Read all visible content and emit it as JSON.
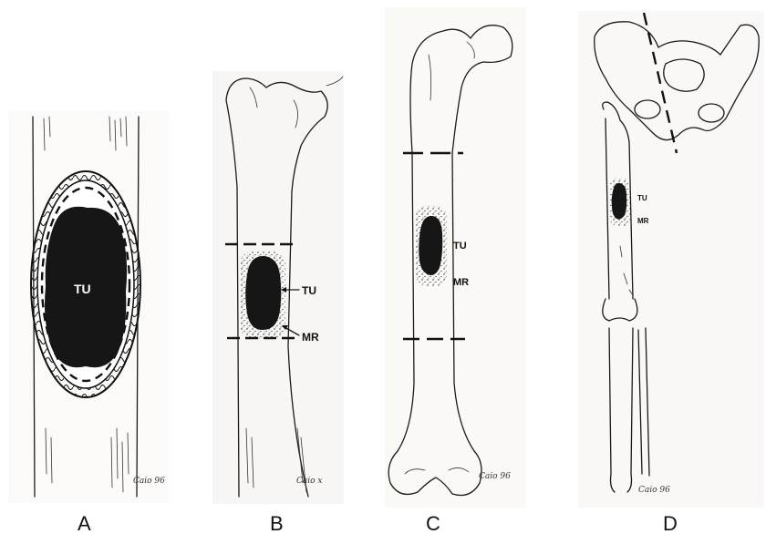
{
  "panels": [
    {
      "id": "A",
      "letter": "A",
      "tumor_label": "TU",
      "signature": "Caio 96"
    },
    {
      "id": "B",
      "letter": "B",
      "tumor_label": "TU",
      "margin_label": "MR",
      "signature": "Caio x"
    },
    {
      "id": "C",
      "letter": "C",
      "tumor_label": "TU",
      "margin_label": "MR",
      "signature": "Caio 96"
    },
    {
      "id": "D",
      "letter": "D",
      "tumor_label": "TU",
      "margin_label": "MR",
      "signature": "Caio 96"
    }
  ],
  "colors": {
    "ink": "#161616",
    "paper_a": "#fbfaf8",
    "paper_b": "#f7f6f4",
    "paper_c": "#faf9f6",
    "paper_d": "#f9f8f6"
  }
}
